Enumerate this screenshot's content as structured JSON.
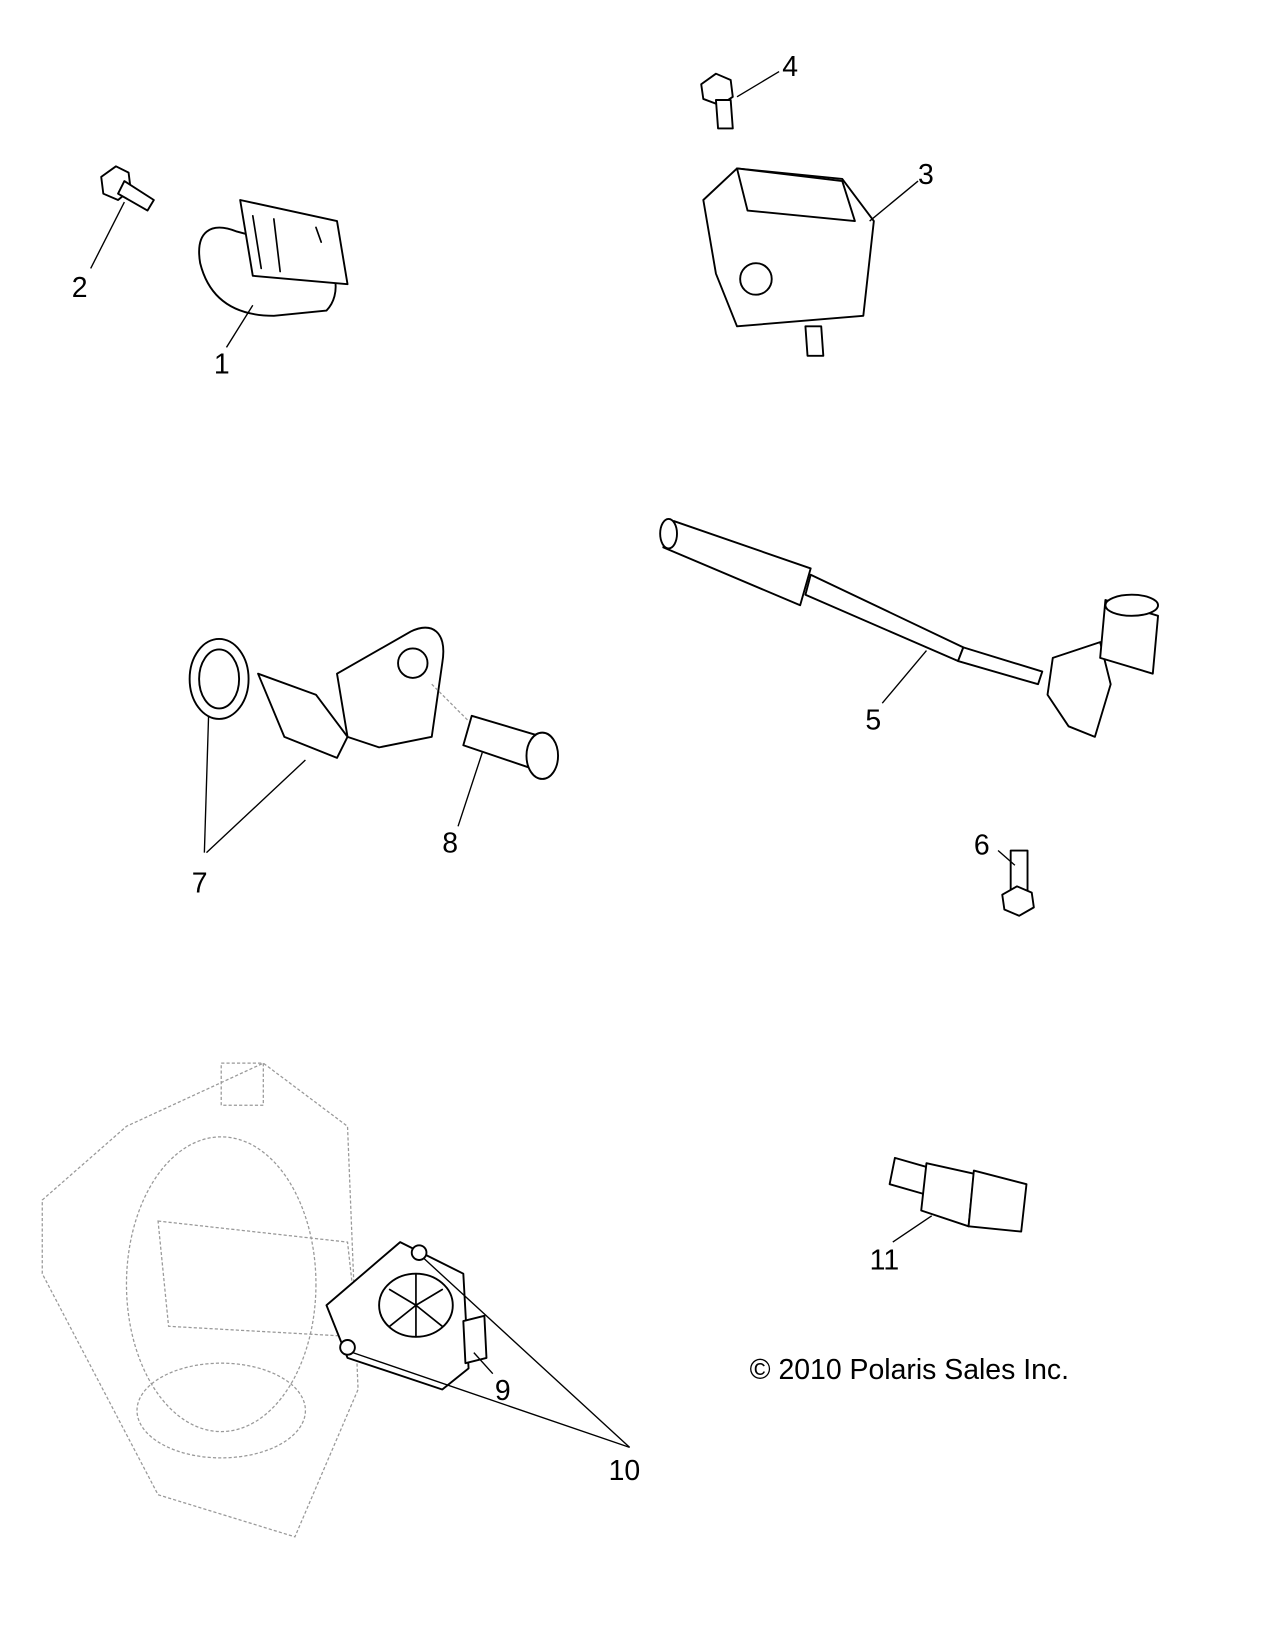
{
  "callouts": {
    "c1": "1",
    "c2": "2",
    "c3": "3",
    "c4": "4",
    "c5": "5",
    "c6": "6",
    "c7": "7",
    "c8": "8",
    "c9": "9",
    "c10": "10",
    "c11": "11"
  },
  "copyright": "© 2010 Polaris Sales Inc."
}
